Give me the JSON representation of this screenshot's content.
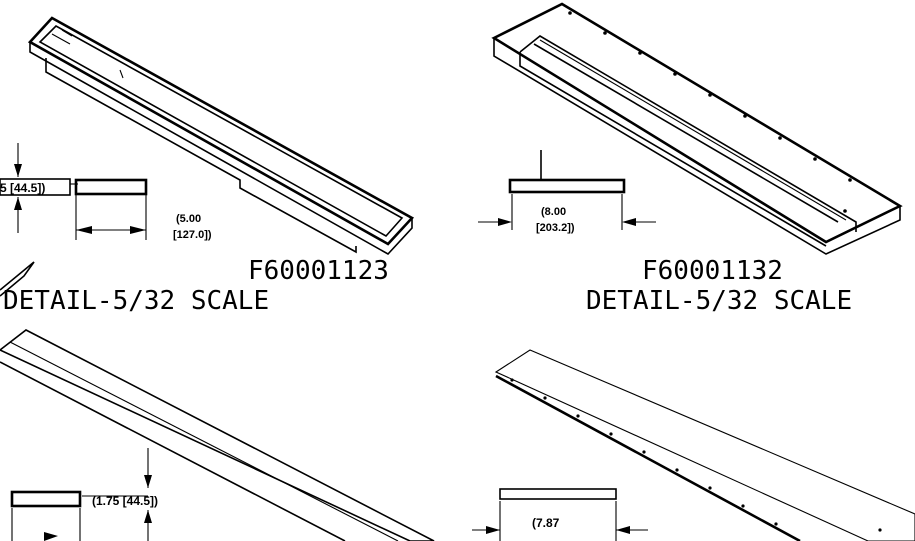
{
  "details": [
    {
      "part_number": "F60001123",
      "caption": "DETAIL-5/32 SCALE",
      "dims": {
        "height": "5 [44.5])",
        "width_line1": "(5.00",
        "width_line2": "[127.0])"
      }
    },
    {
      "part_number": "F60001132",
      "caption": "DETAIL-5/32 SCALE",
      "dims": {
        "width_line1": "(8.00",
        "width_line2": "[203.2])"
      }
    },
    {
      "dims": {
        "height": "(1.75 [44.5])"
      }
    },
    {
      "dims": {
        "width_line1": "(7.87"
      }
    }
  ]
}
